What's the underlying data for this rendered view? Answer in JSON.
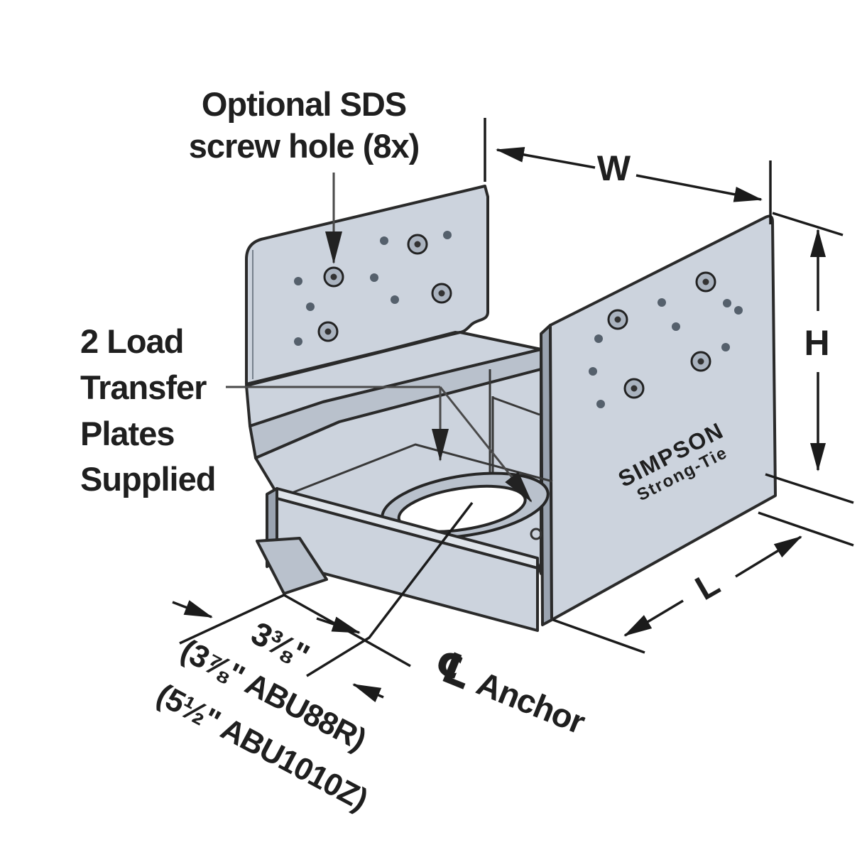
{
  "diagram": {
    "labels": {
      "sds_line1": "Optional SDS",
      "sds_line2": "screw hole (8x)",
      "load_line1": "2 Load",
      "load_line2": "Transfer",
      "load_line3": "Plates",
      "load_line4": "Supplied"
    },
    "dims": {
      "w": "W",
      "h": "H",
      "l": "L",
      "offset": "3⅜\"",
      "offset_abu88r": "(3⅞\" ABU88R)",
      "offset_abu1010z": "(5½\" ABU1010Z)"
    },
    "anchor": {
      "cl": "℄",
      "label": "Anchor"
    },
    "brand": {
      "line1": "SIMPSON",
      "line2": "Strong-Tie"
    },
    "colors": {
      "metal": "#ccd3dd",
      "metal_light": "#dfe4ea",
      "metal_shade": "#b9c1cc",
      "metal_dark": "#9aa3b0",
      "line": "#1b1b1b",
      "highlight_red": "#c14b33",
      "brand_gray": "#8e96a3",
      "background": "#ffffff"
    }
  }
}
